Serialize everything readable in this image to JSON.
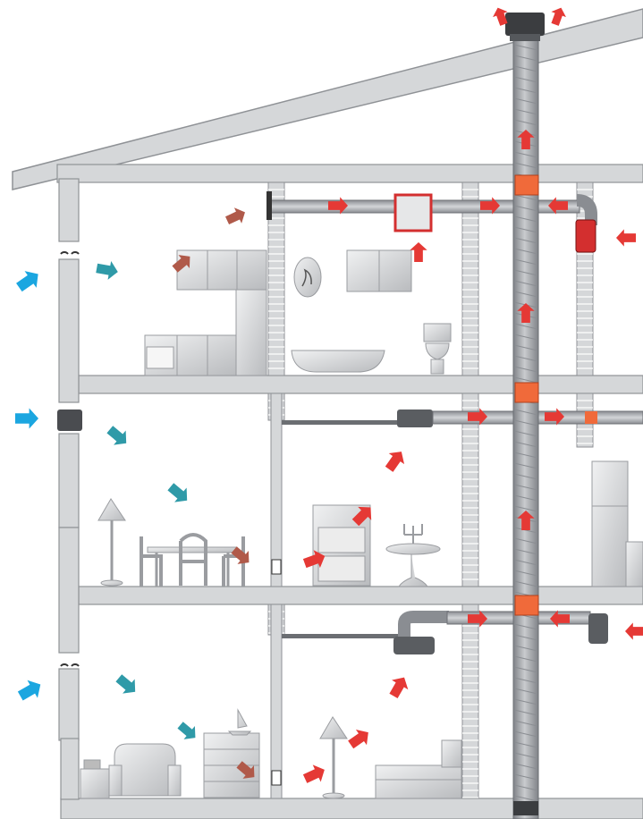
{
  "colors": {
    "structure": "#d5d7d9",
    "structure_edge": "#8f9296",
    "duct": "#a9acb0",
    "duct_dark": "#6d7075",
    "fitting": "#f06a3a",
    "fan_unit": "#d32f2f",
    "exhaust_arrow": "#e53935",
    "fresh_air_arrow": "#1ba6e0",
    "indoor_air_arrow": "#2f9aa8",
    "transfer_arrow": "#b05a4a",
    "furniture": "#d9dadc"
  },
  "elements": {
    "floors": [
      "top-floor",
      "middle-floor",
      "ground-floor"
    ],
    "icons": [
      "roof-cap-icon",
      "wall-inlet-icon",
      "extract-fan-icon",
      "transfer-grille-icon",
      "fan-box-icon"
    ]
  }
}
